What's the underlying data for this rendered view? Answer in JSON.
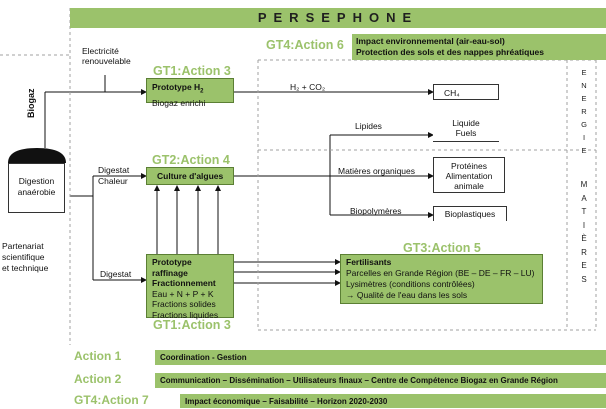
{
  "title": "PERSEPHONE",
  "left": {
    "electricity": [
      "Electricité",
      "renouvelable"
    ],
    "biogaz": "Biogaz",
    "digestion": [
      "Digestion",
      "anaérobie"
    ],
    "partnership": [
      "Partenariat",
      "scientifique",
      "et technique"
    ],
    "digestat_chaleur": [
      "Digestat",
      "Chaleur"
    ],
    "digestat": "Digestat"
  },
  "gt4_action6": {
    "label": "GT4:Action 6",
    "lines": [
      "Impact environnemental (air-eau-sol)",
      "Protection des sols et des nappes phréatiques"
    ]
  },
  "gt1_top": {
    "label": "GT1:Action 3",
    "title": "Prototype H",
    "title_sub": "2",
    "line2": "Biogaz enrichi"
  },
  "h2co2": "H₂ + CO₂",
  "ch4": "CH₄",
  "energie": [
    "E",
    "N",
    "E",
    "R",
    "G",
    "I",
    "E"
  ],
  "matieres": [
    "M",
    "A",
    "T",
    "I",
    "È",
    "R",
    "E",
    "S"
  ],
  "gt2": {
    "label": "GT2:Action 4",
    "box": "Culture d'algues"
  },
  "lipides": "Lipides",
  "liquide_fuels": [
    "Liquide",
    "Fuels"
  ],
  "matieres_org": "Matières organiques",
  "proteines": [
    "Protéines",
    "Alimentation",
    "animale"
  ],
  "biopolymeres": "Biopolymères",
  "bioplastiques": "Bioplastiques",
  "gt1_bottom": {
    "label": "GT1:Action 3",
    "lines": [
      "Prototype raffinage",
      "Fractionnement",
      "Eau + N + P + K",
      "Fractions solides",
      "Fractions liquides"
    ]
  },
  "gt3": {
    "label": "GT3:Action 5",
    "lines": [
      "Fertilisants",
      "Parcelles en Grande Région (BE – DE – FR – LU)",
      "Lysimètres (conditions contrôlées)",
      "→  Qualité de l'eau dans les sols"
    ]
  },
  "actions": [
    {
      "label": "Action 1",
      "text": "Coordination - Gestion"
    },
    {
      "label": "Action 2",
      "text": "Communication – Dissémination – Utilisateurs finaux – Centre de Compétence Biogaz en Grande Région"
    },
    {
      "label": "GT4:Action 7",
      "text": "Impact économique – Faisabilité – Horizon 2020-2030"
    }
  ]
}
